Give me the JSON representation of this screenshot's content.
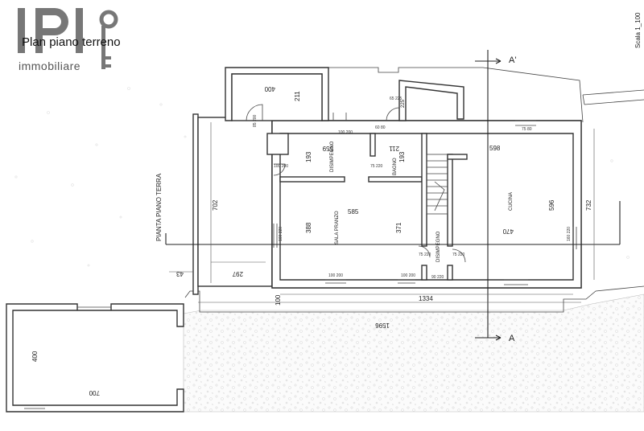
{
  "header": {
    "logo_letters": "IPI",
    "title": "Plan piano terreno",
    "subtitle": "immobiliare"
  },
  "scale": "Scala 1_100",
  "section_markers": {
    "top": "A'",
    "bottom": "A"
  },
  "side_label": "PIANTA PIANO TERRA",
  "rooms": {
    "disimpegno_top": "DISIMPEGNO",
    "bagno": "BAGNO",
    "sala_pranzo": "SALA PRANZO",
    "disimpegno_lower": "DISIMPEGNO",
    "cucina": "CUCINA"
  },
  "dimensions": {
    "d400_top": "400",
    "d211": "211",
    "d225": "225",
    "d702": "702",
    "d559": "559",
    "d193_a": "193",
    "d193_b": "193",
    "d211_b": "211",
    "d598": "598",
    "d596": "596",
    "d732": "732",
    "d585": "585",
    "d388": "388",
    "d371": "371",
    "d470": "470",
    "d297": "297",
    "d43": "43",
    "d100": "100",
    "d1334": "1334",
    "d1596": "1596",
    "d400_garage": "400",
    "d700": "700"
  },
  "openings": {
    "o1": "85\n200",
    "o2": "100\n200",
    "o3": "60\n80",
    "o4": "75\n220",
    "o5": "75\n80",
    "o6": "100\n200",
    "o7": "160\n220",
    "o8": "75\n220",
    "o9": "90\n220",
    "o10": "75\n220",
    "o11": "100\n200",
    "o12": "100\n200",
    "o13": "160\n220",
    "o14": "65\n225"
  }
}
